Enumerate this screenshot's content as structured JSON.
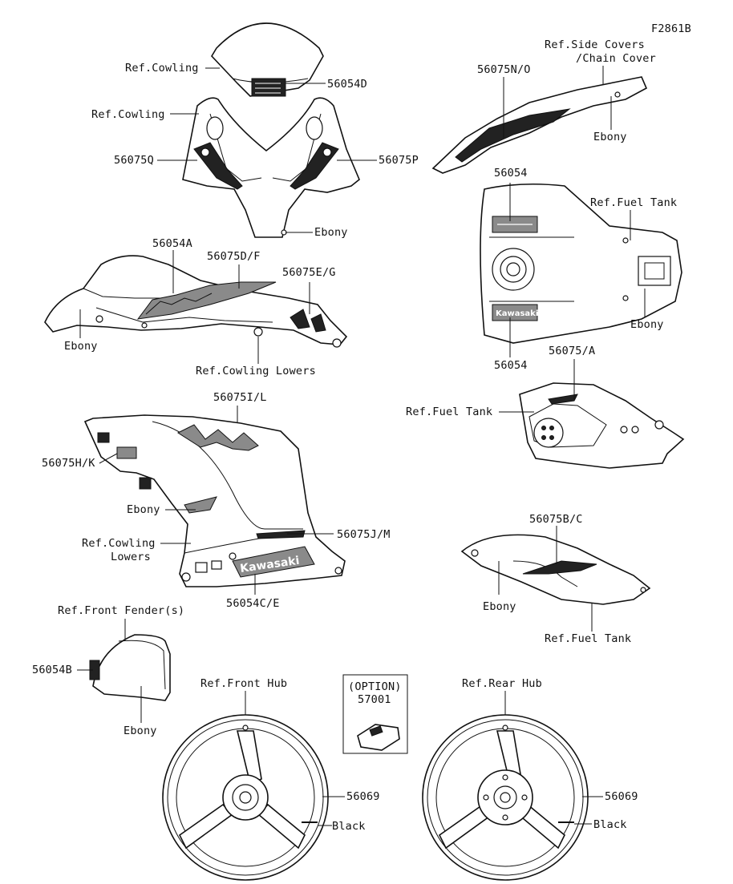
{
  "figure_code": "F2861B",
  "labels": {
    "ref_cowling_top": "Ref.Cowling",
    "p56054D": "56054D",
    "ref_cowling_mid": "Ref.Cowling",
    "p56075Q": "56075Q",
    "p56075P": "56075P",
    "ebony_cowl": "Ebony",
    "p56054A": "56054A",
    "p56075DF": "56075D/F",
    "p56075EG": "56075E/G",
    "ebony_side": "Ebony",
    "ref_cowling_lowers": "Ref.Cowling Lowers",
    "p56075NO": "56075N/O",
    "ref_side_covers_1": "Ref.Side Covers",
    "ref_side_covers_2": "/Chain Cover",
    "ebony_tail": "Ebony",
    "p56054_top": "56054",
    "ref_fuel_tank_top": "Ref.Fuel Tank",
    "ebony_tank": "Ebony",
    "p56054_bottom": "56054",
    "p56075A": "56075/A",
    "ref_fuel_tank_side": "Ref.Fuel Tank",
    "p56075IL": "56075I/L",
    "p56075HK": "56075H/K",
    "ebony_lower": "Ebony",
    "p56075JM": "56075J/M",
    "ref_cowling_lowers_1": "Ref.Cowling",
    "ref_cowling_lowers_2": "Lowers",
    "p56054CE": "56054C/E",
    "p56075BC": "56075B/C",
    "ebony_tankside": "Ebony",
    "ref_fuel_tank_bottom": "Ref.Fuel Tank",
    "ref_front_fender": "Ref.Front Fender(s)",
    "p56054B": "56054B",
    "ebony_fender": "Ebony",
    "option_label": "(OPTION)",
    "p57001": "57001",
    "ref_front_hub": "Ref.Front Hub",
    "p56069_front": "56069",
    "black_front": "Black",
    "ref_rear_hub": "Ref.Rear Hub",
    "p56069_rear": "56069",
    "black_rear": "Black"
  },
  "decal_text": {
    "kawasaki": "Kawasaki"
  }
}
